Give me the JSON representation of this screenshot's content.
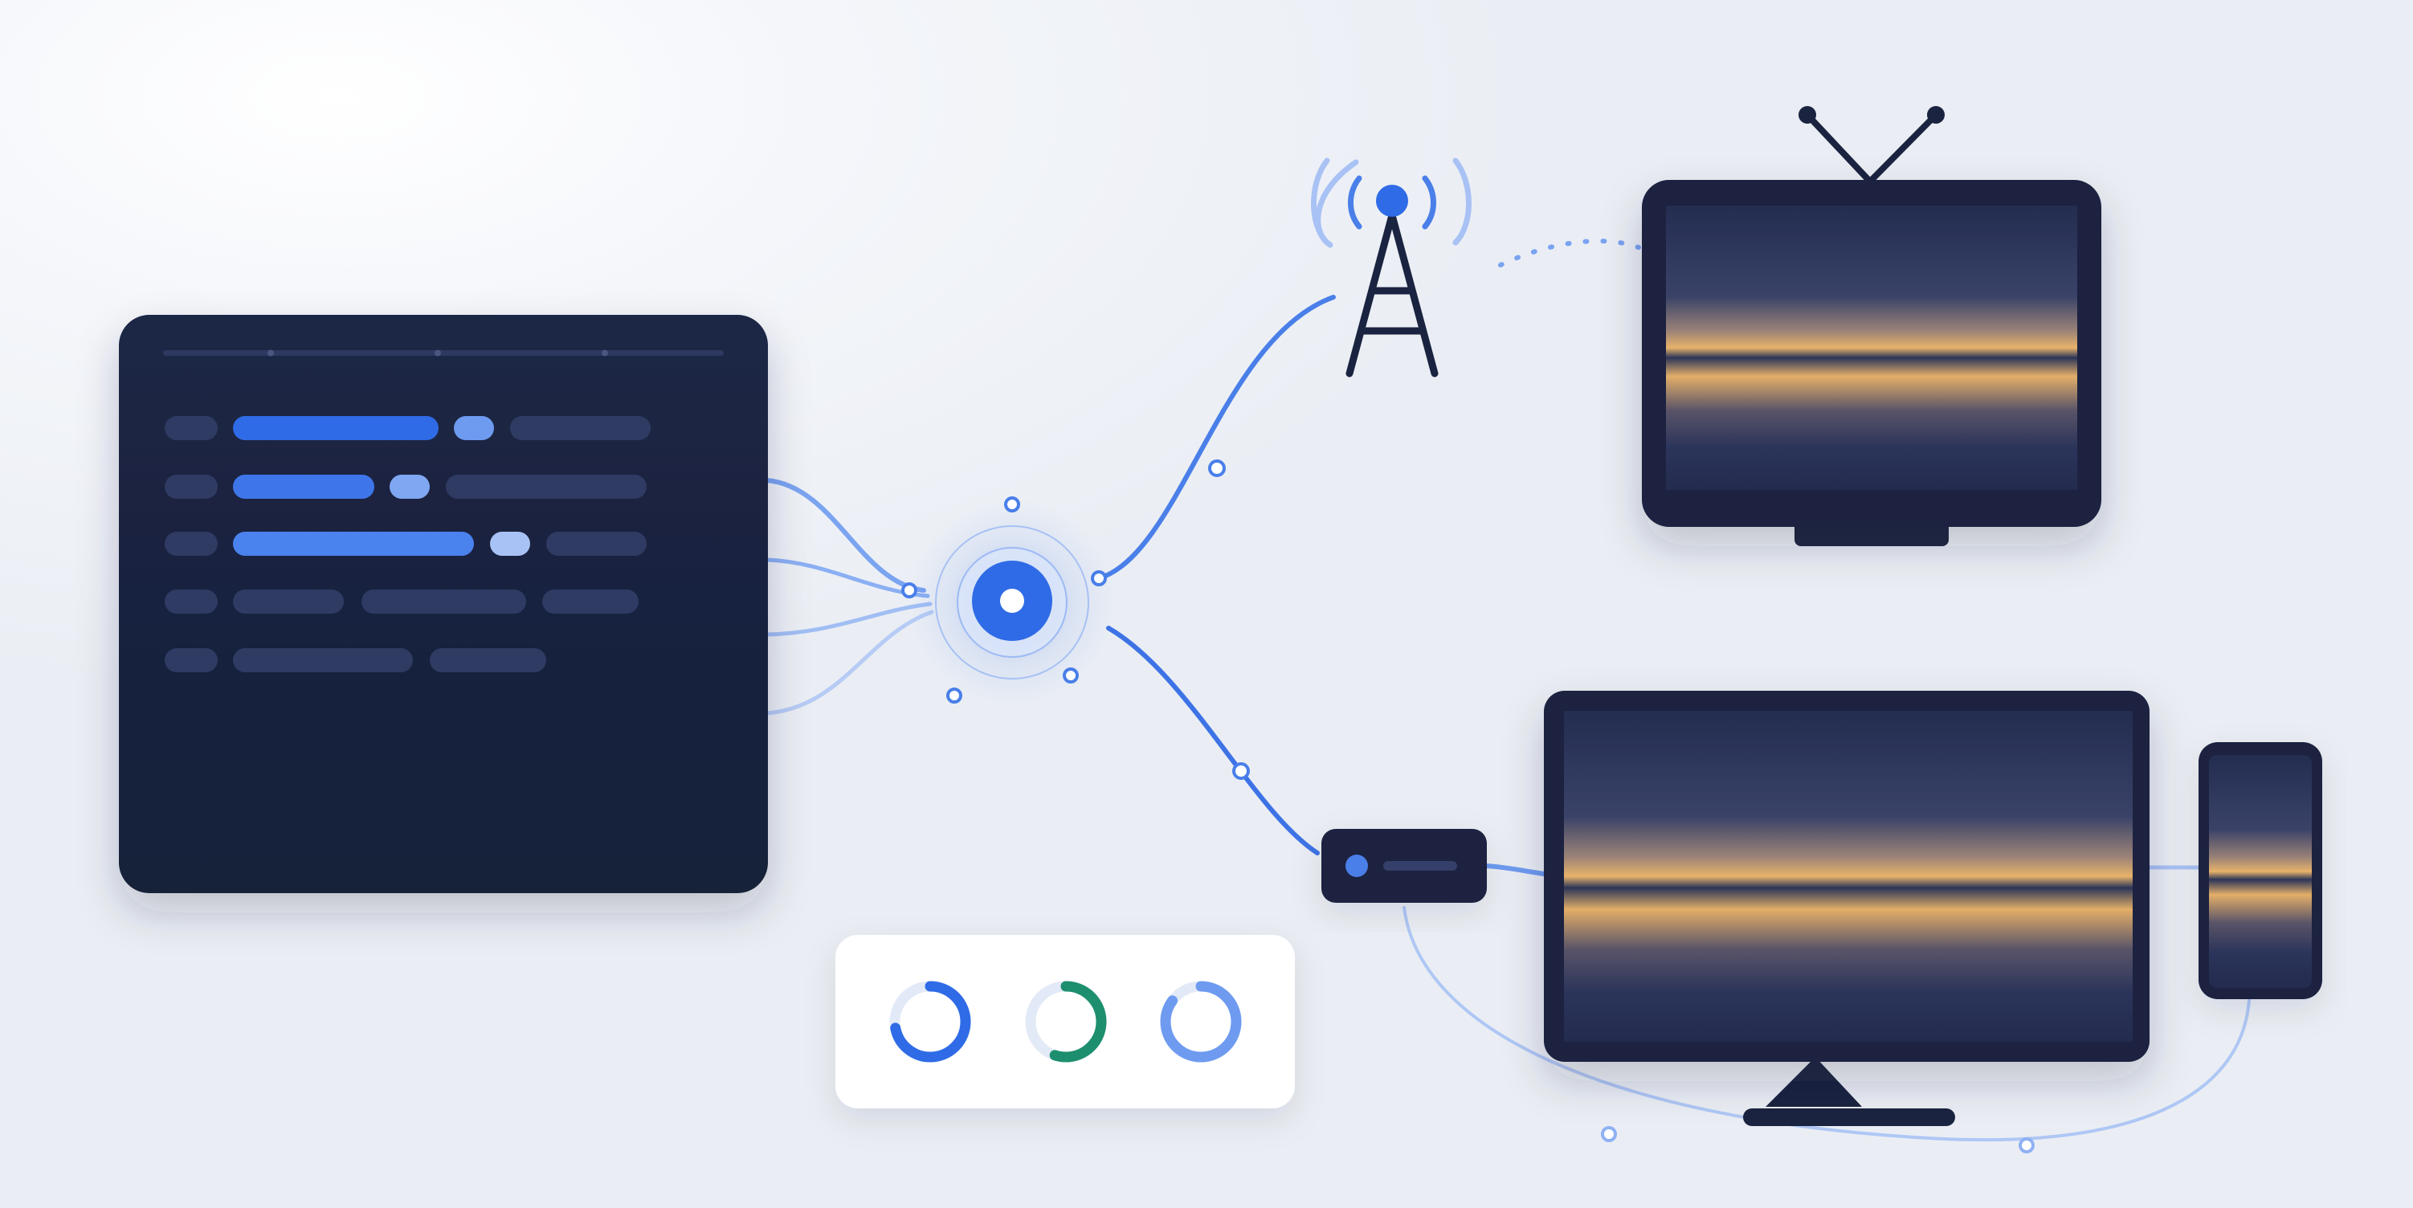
{
  "palette": {
    "navy": "#1a2340",
    "navy_deep": "#121a33",
    "blue": "#2f6be6",
    "blue_light": "#6e9bf0",
    "blue_pale": "#a9c2f5",
    "green": "#1e8f6e",
    "amber": "#e8b36a",
    "background": "#eef1f6",
    "card": "#ffffff"
  },
  "icons": {
    "hub": "signal-hub-icon",
    "antenna": "broadcast-tower-icon",
    "tv": "television-icon",
    "monitor": "monitor-icon",
    "phone": "phone-icon",
    "receiver": "set-top-box-icon",
    "status": "progress-ring-icon"
  },
  "panel_rows": [
    {
      "blue_level": 1,
      "segments": [
        "muted",
        "bright",
        "light",
        "muted"
      ]
    },
    {
      "blue_level": 2,
      "segments": [
        "muted",
        "bright",
        "light",
        "muted"
      ]
    },
    {
      "blue_level": 3,
      "segments": [
        "muted",
        "bright",
        "light",
        "muted"
      ]
    },
    {
      "blue_level": 0,
      "segments": [
        "muted",
        "muted",
        "muted",
        "muted"
      ]
    },
    {
      "blue_level": 0,
      "segments": [
        "muted",
        "muted",
        "muted"
      ]
    }
  ],
  "status_rings": [
    {
      "color": "blue",
      "progress": 0.72
    },
    {
      "color": "green",
      "progress": 0.55
    },
    {
      "color": "blue_light",
      "progress": 0.85
    }
  ],
  "connections": [
    "panel-to-hub",
    "hub-to-antenna",
    "antenna-to-tv-broadcast",
    "hub-to-receiver",
    "receiver-to-monitor",
    "monitor-to-phone"
  ]
}
